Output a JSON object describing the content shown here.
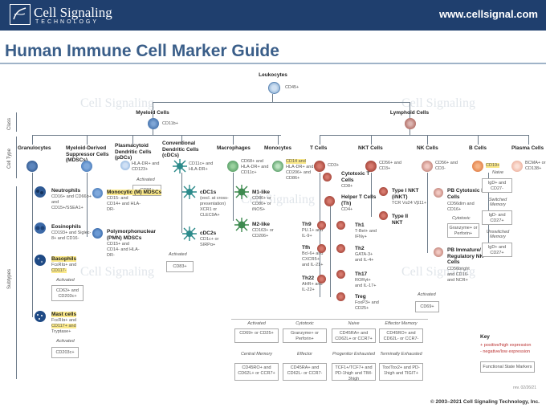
{
  "header": {
    "brand": "Cell Signaling",
    "brand_sub": "TECHNOLOGY",
    "site": "www.cellsignal.com"
  },
  "title": "Human Immune Cell Marker Guide",
  "rows": {
    "class": "Class",
    "cell_type": "Cell Type",
    "subtypes": "Subtypes"
  },
  "root": {
    "label": "Leukocytes",
    "marker": "CD45+"
  },
  "myeloid": {
    "label": "Myeloid Cells",
    "marker": "CD11b+"
  },
  "lymphoid": {
    "label": "Lymphoid Cells",
    "marker": ""
  },
  "cell_types": {
    "granulocytes": {
      "label": "Granulocytes"
    },
    "mdsc": {
      "label": "Myeloid-Derived Suppressor Cells (MDSCs)"
    },
    "pdc": {
      "label": "Plasmacytoid Dendritic Cells (pDCs)",
      "m1": "HLA-DR+ and",
      "m2": "CD123+",
      "act": "Activated",
      "act_box": "CD83+"
    },
    "cdc": {
      "label": "Conventional Dendritic Cells (cDCs)",
      "m1": "CD11c+ and",
      "m2": "HLA-DR+"
    },
    "macro": {
      "label": "Macrophages",
      "m1": "CD68+ and",
      "m2": "HLA-DR+ and",
      "m3": "CD11c+"
    },
    "mono": {
      "label": "Monocytes",
      "m1": "CD14 and",
      "m2": "HLA-DR+ and",
      "m3": "CD206+ and",
      "m4": "CD86+"
    },
    "tcell": {
      "label": "T Cells",
      "m1": "CD3+"
    },
    "nkt": {
      "label": "NKT Cells",
      "m1": "CD56+ and",
      "m2": "CD3+"
    },
    "nk": {
      "label": "NK Cells",
      "m1": "CD56+ and",
      "m2": "CD3-"
    },
    "bcell": {
      "label": "B Cells",
      "m1": "CD19+"
    },
    "plasma": {
      "label": "Plasma Cells",
      "m1": "BCMA+ or",
      "m2": "CD138+"
    }
  },
  "subtypes": {
    "neutrophils": {
      "label": "Neutrophils",
      "m": "CD16+ and CD66b+ and CD15+/SSEA1+"
    },
    "eosinophils": {
      "label": "Eosinophils",
      "m": "CD193+ and Siglec-8+ and CD16-"
    },
    "basophils": {
      "label": "Basophils",
      "m1": "FcεRIα+ and",
      "m2": "CD117-",
      "act": "Activated",
      "box": "CD63+ and CD203c+"
    },
    "mast": {
      "label": "Mast cells",
      "m1": "FcεRIα+ and",
      "m2": "CD117+ and",
      "m3": "Tryptase+",
      "act": "Activated",
      "box": "CD203c+"
    },
    "mmdsc": {
      "label": "Monocytic (M) MDSCs",
      "m": "CD15- and CD14+ and HLA-DR-"
    },
    "pmnmdsc": {
      "label": "Polymorphonuclear (PMN) MDSCs",
      "m": "CD15+ and CD14- and HLA-DR-"
    },
    "cdc1": {
      "label": "cDC1s",
      "m": "(excl. at cross-presentation) XCR1 or CLEC9A+"
    },
    "cdc2": {
      "label": "cDC2s",
      "m": "CD1c+ or SIRPα+",
      "act": "Activated",
      "box": "CD83+"
    },
    "m1": {
      "label": "M1-like",
      "m": "CD86+ or CD80+ or iNOS+"
    },
    "m2": {
      "label": "M2-like",
      "m": "CD163+ or CD206+"
    },
    "ctl": {
      "label": "Cytotoxic T Cells",
      "m": "CD8+"
    },
    "th": {
      "label": "Helper T Cells (Th)",
      "m": "CD4+"
    },
    "th9": {
      "label": "Th9",
      "m": "PU.1+ and IL-9+"
    },
    "tfh": {
      "label": "Tfh",
      "m": "Bcl-6+ and CXCR5+ and IL-21+"
    },
    "th22": {
      "label": "Th22",
      "m": "AHR+ and IL-22+"
    },
    "th1": {
      "label": "Th1",
      "m": "T-Bet+ and IFNγ+"
    },
    "th2": {
      "label": "Th2",
      "m": "GATA-3+ and IL-4+"
    },
    "th17": {
      "label": "Th17",
      "m": "RORγt+ and IL-17+"
    },
    "treg": {
      "label": "Treg",
      "m": "FoxP3+ and CD25+"
    },
    "inkt1": {
      "label": "Type I NKT (iNKT)",
      "m": "TCR Vα24 Vβ11+"
    },
    "nkt2": {
      "label": "Type II NKT",
      "m": ""
    },
    "pbcyto": {
      "label": "PB Cytotoxic NK Cells",
      "m": "CD56dim and CD16+",
      "sub": "Cytotoxic",
      "box": "Granzyme+ or Perforin+"
    },
    "pbreg": {
      "label": "PB Immature/ Regulatory NK Cells",
      "m": "CD56bright and CD16- and NCR+"
    },
    "nkact": {
      "act": "Activated",
      "box": "CD69+"
    },
    "bnaive": {
      "sub": "Naive",
      "box": "IgD+ and CD27-"
    },
    "bswitched": {
      "sub": "Switched Memory",
      "box": "IgD- and CD27+"
    },
    "bunswitched": {
      "sub": "Unswitched Memory",
      "box": "IgD+ and CD27+"
    }
  },
  "states": [
    {
      "title": "Activated",
      "box": "CD69+ or CD25+"
    },
    {
      "title": "Cytotoxic",
      "box": "Granzyme+ or Perforin+"
    },
    {
      "title": "Naive",
      "box": "CD45RA+ and CD62L+ or CCR7+"
    },
    {
      "title": "Effector Memory",
      "box": "CD45RO+ and CD62L- or CCR7-"
    },
    {
      "title": "Central Memory",
      "box": "CD45RO+ and CD62L+ or CCR7+"
    },
    {
      "title": "Effector",
      "box": "CD45RA+ and CD62L- or CCR7-"
    },
    {
      "title": "Progenitor Exhausted",
      "box": "TCF1+/TCF7+ and PD-1high and TIM-3high"
    },
    {
      "title": "Terminally Exhausted",
      "box": "Tox/Tox2+ and PD-1high and TIGIT+"
    }
  ],
  "key": {
    "title": "Key",
    "pos": "+ positive/high expression",
    "neg": "- negative/low expression",
    "func": "Functional State Markers"
  },
  "footer": {
    "rev": "rev. 02/26/21",
    "copyright": "© 2003–2021 Cell Signaling Technology, Inc."
  },
  "colors": {
    "header": "#1f3f6e",
    "title": "#3a5e89",
    "myeloid_blue": "#2b5c9a",
    "dc_teal": "#2b8a8a",
    "macro_green": "#3d8a4f",
    "tcell_red": "#a23a2e",
    "bcell_orange": "#e2773d",
    "plasma_salmon": "#e8a08a",
    "highlight": "#fbe98a"
  }
}
